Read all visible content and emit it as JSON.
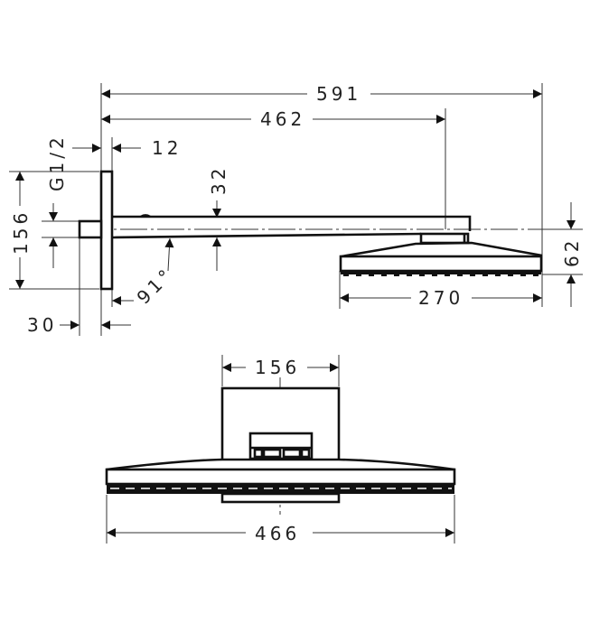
{
  "drawing": {
    "type": "technical-dimension-drawing",
    "subject": "overhead shower head with wall arm",
    "line_color": "#111111",
    "background": "#ffffff",
    "side_view": {
      "dimensions": {
        "overall_length": "591",
        "arm_to_center": "462",
        "plate_thickness": "12",
        "arm_height": "32",
        "plate_height": "156",
        "thread": "G1/2",
        "stub_length": "30",
        "angle": "91°",
        "head_depth": "270",
        "head_drop": "62"
      }
    },
    "front_view": {
      "dimensions": {
        "plate_width": "156",
        "head_width": "466"
      }
    }
  }
}
